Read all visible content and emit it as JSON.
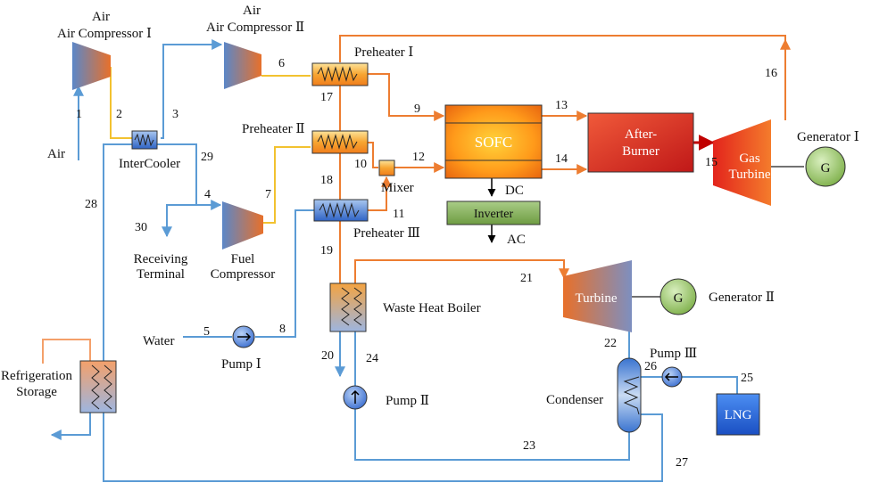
{
  "components": {
    "air_compressor_1": "Air Compressor Ⅰ",
    "air_compressor_2": "Air Compressor Ⅱ",
    "preheater_1": "Preheater Ⅰ",
    "preheater_2": "Preheater Ⅱ",
    "preheater_3": "Preheater Ⅲ",
    "intercooler": "InterCooler",
    "mixer": "Mixer",
    "sofc": "SOFC",
    "inverter": "Inverter",
    "dc": "DC",
    "ac": "AC",
    "after_burner_1": "After-",
    "after_burner_2": "Burner",
    "gas_turbine_1": "Gas",
    "gas_turbine_2": "Turbine",
    "generator_1": "Generator Ⅰ",
    "generator_2": "Generator Ⅱ",
    "generator_symbol": "G",
    "fuel_compressor_1": "Fuel",
    "fuel_compressor_2": "Compressor",
    "receiving_terminal_1": "Receiving",
    "receiving_terminal_2": "Terminal",
    "waste_heat_boiler": "Waste Heat Boiler",
    "turbine": "Turbine",
    "pump_1": "Pump Ⅰ",
    "pump_2": "Pump Ⅱ",
    "pump_3": "Pump Ⅲ",
    "condenser": "Condenser",
    "lng": "LNG",
    "refrigeration_storage_1": "Refrigeration",
    "refrigeration_storage_2": "Storage",
    "air_input": "Air",
    "water_input": "Water"
  },
  "streams": {
    "s1": "1",
    "s2": "2",
    "s3": "3",
    "s4": "4",
    "s5": "5",
    "s6": "6",
    "s7": "7",
    "s8": "8",
    "s9": "9",
    "s10": "10",
    "s11": "11",
    "s12": "12",
    "s13": "13",
    "s14": "14",
    "s15": "15",
    "s16": "16",
    "s17": "17",
    "s18": "18",
    "s19": "19",
    "s20": "20",
    "s21": "21",
    "s22": "22",
    "s23": "23",
    "s24": "24",
    "s25": "25",
    "s26": "26",
    "s27": "27",
    "s28": "28",
    "s29": "29",
    "s30": "30"
  },
  "colors": {
    "cold_stream": "#5b9bd5",
    "hot_stream": "#ed7d31",
    "fuel_stream": "#f2c230",
    "exhaust_stream": "#c00000",
    "dc_ac_line": "#000000"
  }
}
